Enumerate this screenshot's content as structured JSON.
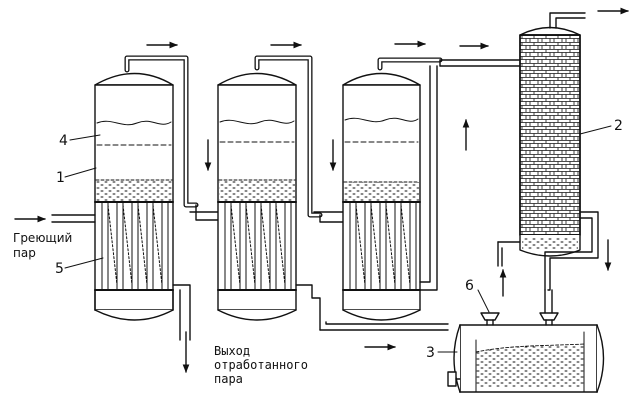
{
  "labels": {
    "n1": "1",
    "n2": "2",
    "n3": "3",
    "n4": "4",
    "n5": "5",
    "n6": "6",
    "heating_steam_line1": "Греющий",
    "heating_steam_line2": "пар",
    "exhaust_line1": "Выход",
    "exhaust_line2": "отработанного",
    "exhaust_line3": "пара"
  },
  "colors": {
    "ink": "#111111",
    "paper": "#ffffff"
  }
}
